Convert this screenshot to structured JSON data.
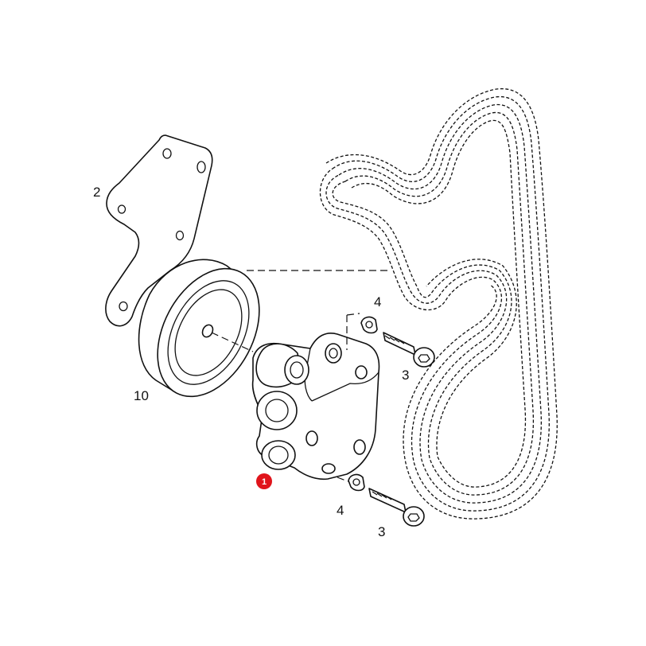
{
  "callouts": {
    "bracket": "2",
    "pulley": "10",
    "washer_upper": "4",
    "bolt_upper": "3",
    "washer_lower": "4",
    "bolt_lower": "3"
  },
  "highlight_badge": {
    "label": "1",
    "color": "#e0141b"
  }
}
